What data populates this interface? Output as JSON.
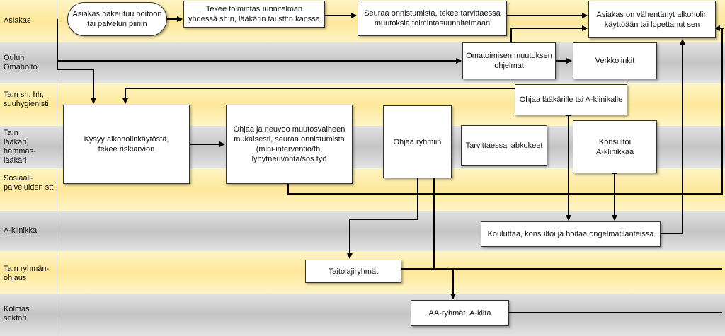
{
  "lanes": [
    {
      "label": "Asiakas"
    },
    {
      "label": "Oulun\nOmahoito"
    },
    {
      "label": "Ta:n sh, hh,\nsuuhygienisti"
    },
    {
      "label": "Ta:n\nlääkäri,\nhammas-\nlääkäri"
    },
    {
      "label": "Sosiaali-\npalveluiden stt"
    },
    {
      "label": "A-klinikka"
    },
    {
      "label": "Ta:n ryhmän-\nohjaus"
    },
    {
      "label": "Kolmas\nsektori"
    }
  ],
  "nodes": {
    "start": "Asiakas hakeutuu hoitoon\ntai palvelun piiriin",
    "plan": "Tekee toimintasuunnitelman\nyhdessä sh:n, lääkärin tai stt:n kanssa",
    "follow": "Seuraa onnistumista, tekee tarvittaessa\nmuutoksia toimintasuunnitelmaan",
    "outcome": "Asiakas on vähentänyt alkoholin\nkäyttöään tai lopettanut sen",
    "selfcare": "Omatoimisen muutoksen\nohjelmat",
    "weblinks": "Verkkolinkit",
    "refer": "Ohjaa lääkärille tai A-klinikalle",
    "ask": "Kysyy alkoholinkäytöstä,\ntekee riskiarvion",
    "guide": "Ohjaa ja neuvoo muutosvaiheen\nmukaisesti, seuraa onnistumista\n(mini-interventio/th,\nlyhytneuvonta/sos.työ",
    "groups": "Ohjaa ryhmiin",
    "lab": "Tarvittaessa labkokeet",
    "consult": "Konsultoi\nA-klinikkaa",
    "train": "Kouluttaa, konsultoi ja hoitaa ongelmatilanteissa",
    "skills": "Taitolajiryhmät",
    "aa": "AA-ryhmät, A-kilta"
  },
  "colors": {
    "lane_yellow": "#fde79a",
    "lane_gray": "#c4c4c4",
    "line": "#000000"
  }
}
